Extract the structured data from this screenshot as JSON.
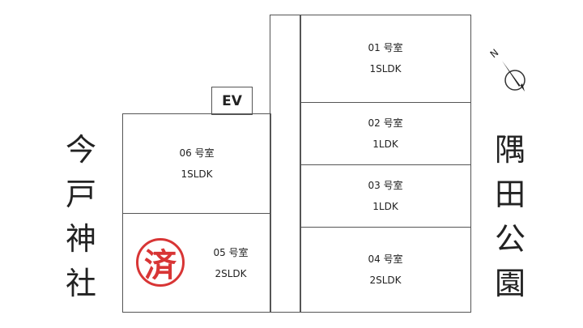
{
  "rooms": [
    {
      "number": "01 号室",
      "type": "1SLDK"
    },
    {
      "number": "02 号室",
      "type": "1LDK"
    },
    {
      "number": "03 号室",
      "type": "1LDK"
    },
    {
      "number": "04 号室",
      "type": "2SLDK"
    },
    {
      "number": "05 号室",
      "type": "2SLDK",
      "stamp": "済"
    },
    {
      "number": "06 号室",
      "type": "1SLDK"
    }
  ],
  "ev_label": "EV",
  "left_landmark": [
    "今",
    "戸",
    "神",
    "社"
  ],
  "right_landmark": [
    "隅",
    "田",
    "公",
    "園"
  ],
  "compass_label": "N",
  "stamp_color": "#d42020"
}
